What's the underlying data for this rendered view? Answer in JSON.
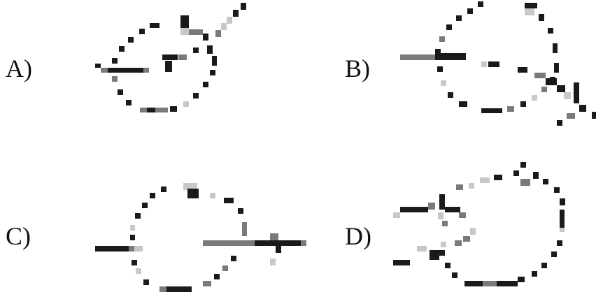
{
  "options": [
    {
      "id": "a",
      "label": "A)"
    },
    {
      "id": "b",
      "label": "B)"
    },
    {
      "id": "c",
      "label": "C)"
    },
    {
      "id": "d",
      "label": "D)"
    }
  ],
  "colors": {
    "ink": "#1a1a1a",
    "mid": "#7a7a7a",
    "light": "#c8c8c8"
  }
}
